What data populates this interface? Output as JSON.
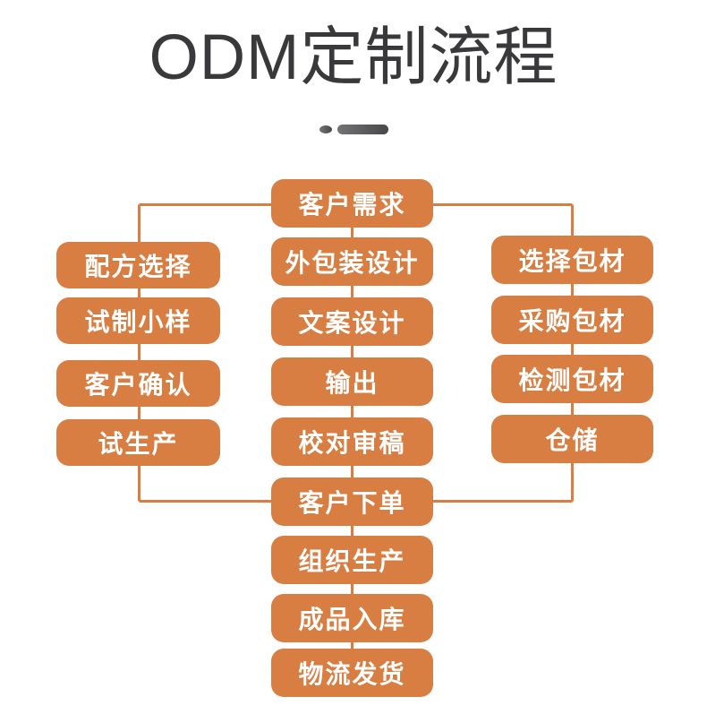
{
  "page": {
    "title": "ODM定制流程"
  },
  "colors": {
    "box_orange": "#D87E42",
    "line_orange": "#D87E42",
    "title_color": "#39393B",
    "divider_dark": "#48484B",
    "divider_light": "#737376",
    "box_text": "#FFFFFF",
    "background": "#FFFFFF"
  },
  "flow": {
    "top": {
      "label": "客户需求"
    },
    "left_column": [
      {
        "label": "配方选择"
      },
      {
        "label": "试制小样"
      },
      {
        "label": "客户确认"
      },
      {
        "label": "试生产"
      }
    ],
    "center_column": [
      {
        "label": "外包装设计"
      },
      {
        "label": "文案设计"
      },
      {
        "label": "输出"
      },
      {
        "label": "校对审稿"
      }
    ],
    "right_column": [
      {
        "label": "选择包材"
      },
      {
        "label": "采购包材"
      },
      {
        "label": "检测包材"
      },
      {
        "label": "仓储"
      }
    ],
    "bottom_column": [
      {
        "label": "客户下单"
      },
      {
        "label": "组织生产"
      },
      {
        "label": "成品入库"
      },
      {
        "label": "物流发货"
      }
    ]
  }
}
